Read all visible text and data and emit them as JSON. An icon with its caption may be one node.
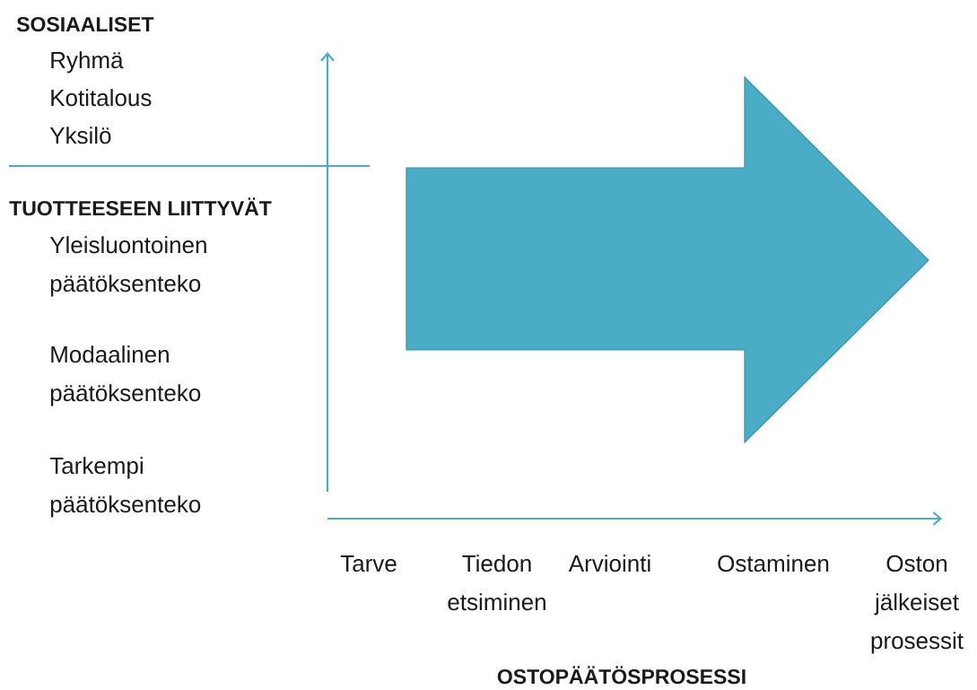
{
  "diagram": {
    "labels": [
      "SOSIAALISET",
      "Ryhmä",
      "Kotitalous",
      "Yksilö",
      "TUOTTEESEEN LIITTYVÄT",
      "Yleisluontoinen päätöksenteko",
      "Modaalinen päätöksenteko",
      "Tarkempi päätöksenteko",
      "Tarve",
      "Tiedon etsiminen",
      "Arviointi",
      "Ostaminen",
      "Oston jälkeiset prosessit",
      "OSTOPÄÄTÖSPROSESSI"
    ]
  }
}
